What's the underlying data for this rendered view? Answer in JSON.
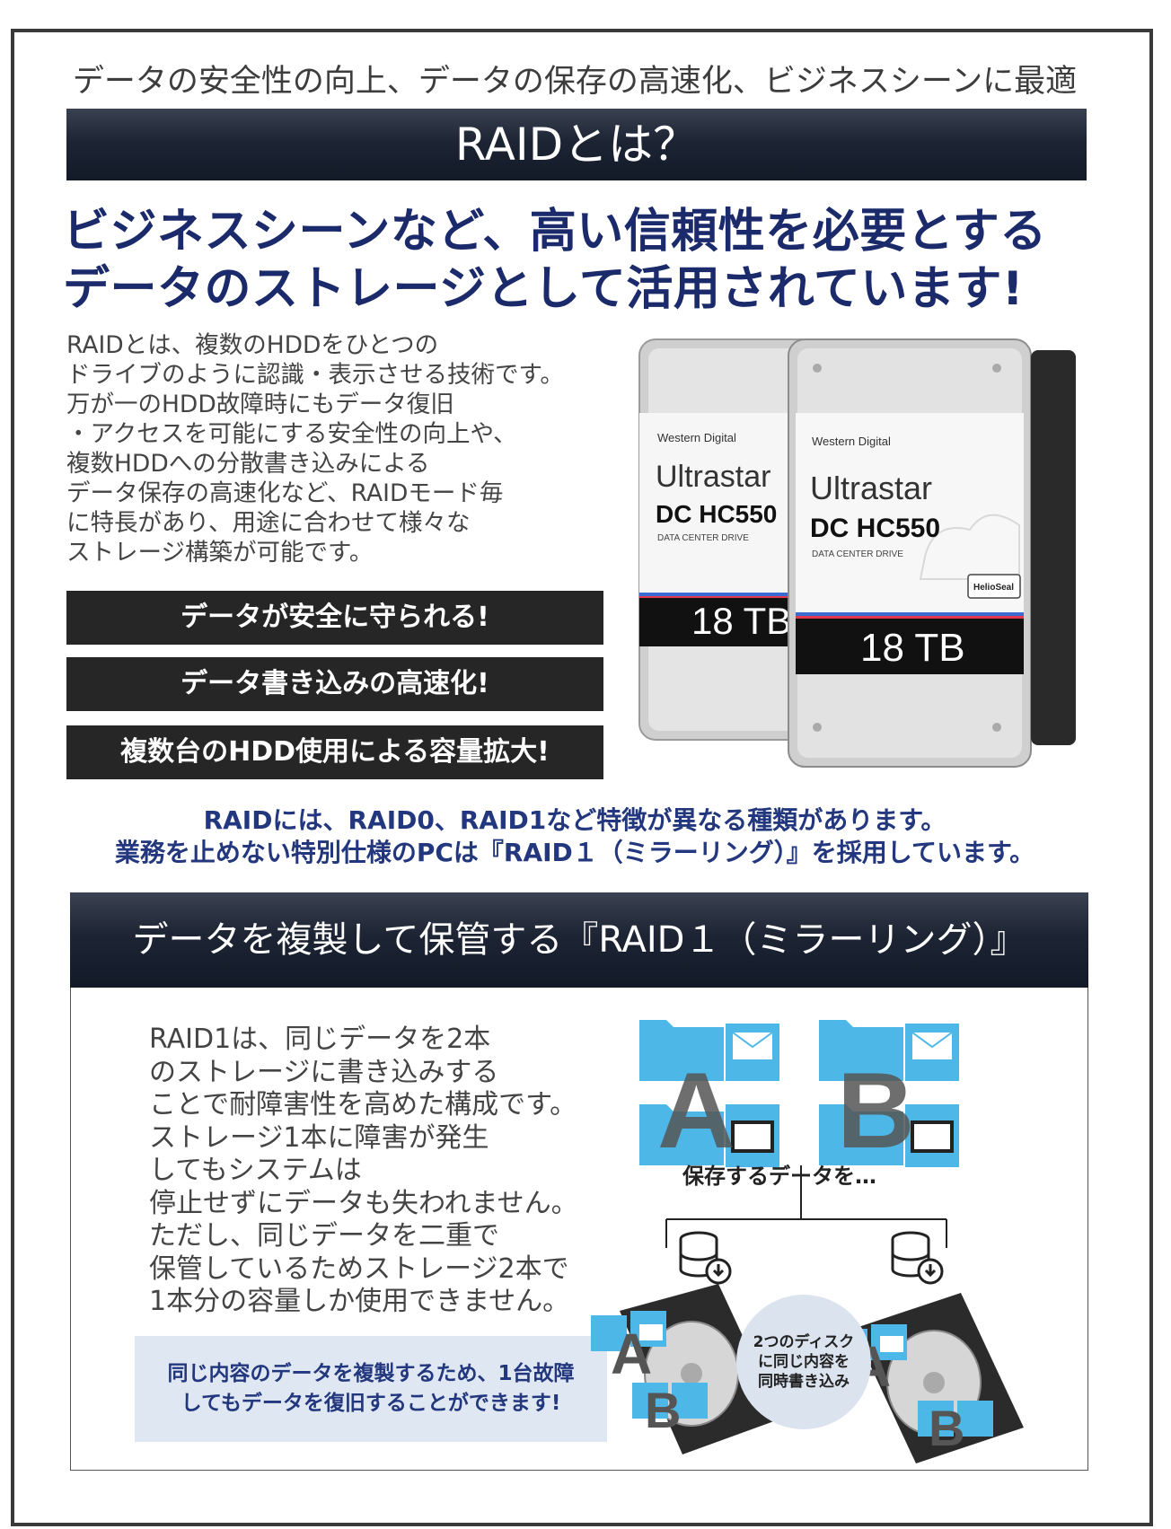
{
  "tagline": "データの安全性の向上、データの保存の高速化、ビジネスシーンに最適",
  "title": "RAIDとは？",
  "headline": [
    "ビジネスシーンなど、高い信頼性を必要とする",
    "データのストレージとして活用されています!"
  ],
  "intro_lines": [
    "RAIDとは、複数のHDDをひとつの",
    "ドライブのように認識・表示させる技術です。",
    "万が一のHDD故障時にもデータ復旧",
    "・アクセスを可能にする安全性の向上や、",
    "複数HDDへの分散書き込みによる",
    "データ保存の高速化など、RAIDモード毎",
    "に特長があり、用途に合わせて様々な",
    "ストレージ構築が可能です。"
  ],
  "features": [
    "データが安全に守られる!",
    "データ書き込みの高速化!",
    "複数台のHDD使用による容量拡大!"
  ],
  "hdd": {
    "brand": "Western Digital",
    "model_line1": "Ultrastar",
    "model_line2": "DC HC550",
    "sub": "DATA CENTER DRIVE",
    "badge": "HelioSeal",
    "capacity_back": "18 TB",
    "capacity_front": "18 TB"
  },
  "raid_note": [
    "RAIDには、RAID0、RAID1など特徴が異なる種類があります。",
    "業務を止めない特別仕様のPCは『RAID１（ミラーリング）』を採用しています。"
  ],
  "raid1": {
    "heading": "データを複製して保管する『RAID１（ミラーリング）』",
    "desc_lines": [
      "RAID1は、同じデータを2本",
      "のストレージに書き込みする",
      "ことで耐障害性を高めた構成です。",
      "ストレージ1本に障害が発生",
      "してもシステムは",
      "停止せずにデータも失われません。",
      "ただし、同じデータを二重で",
      "保管しているためストレージ2本で",
      "1本分の容量しか使用できません。"
    ],
    "notice_lines": [
      "同じ内容のデータを複製するため、1台故障",
      "してもデータを復旧することができます!"
    ],
    "diagram": {
      "group_a": "A",
      "group_b": "B",
      "save_label": "保存するデータを…",
      "circle_lines": [
        "2つのディスク",
        "に同じ内容を",
        "同時書き込み"
      ]
    }
  },
  "colors": {
    "navy_text": "#1b2a6b",
    "note_blue": "#22377d",
    "dark_bar": "#1d2433",
    "feature_bg": "#262626",
    "notice_bg": "#dfe7f3",
    "folder_blue": "#4db8e8"
  }
}
